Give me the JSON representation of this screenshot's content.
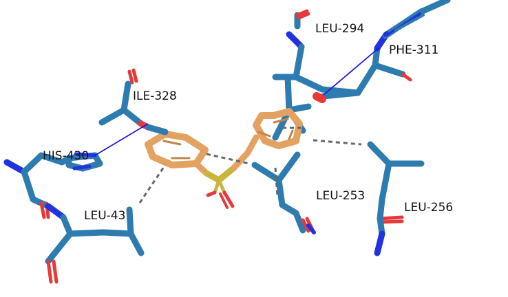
{
  "colors": {
    "carbon_protein": "#2e7bb0",
    "carbon_ligand": "#e3a261",
    "nitrogen": "#2233dd",
    "oxygen": "#e8393a",
    "sulfur": "#c9b53a",
    "hbond": "#1b1bd6",
    "contact": "#666666",
    "label": "#111111"
  },
  "labels": {
    "leu294": "LEU-294",
    "phe311": "PHE-311",
    "ile328": "ILE-328",
    "his430": "HIS-430",
    "leu43x": "LEU-43",
    "leu253": "LEU-253",
    "leu256": "LEU-256"
  }
}
